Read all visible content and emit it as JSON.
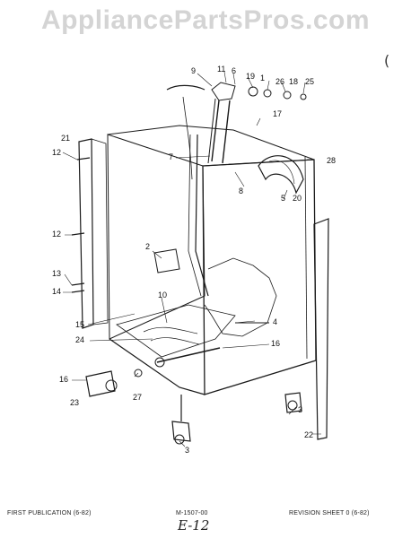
{
  "watermark": "AppliancePartsPros.com",
  "corner_mark": "(",
  "callouts": [
    "1",
    "2",
    "3",
    "3",
    "4",
    "5",
    "6",
    "7",
    "8",
    "9",
    "10",
    "11",
    "12",
    "12",
    "13",
    "14",
    "15",
    "16",
    "16",
    "17",
    "18",
    "19",
    "20",
    "21",
    "22",
    "23",
    "24",
    "25",
    "26",
    "27",
    "28"
  ],
  "footer": {
    "left": "FIRST PUBLICATION (6-82)",
    "center": "M-1507-00",
    "right": "REVISION SHEET 0 (6-82)",
    "handwritten": "E-12"
  }
}
